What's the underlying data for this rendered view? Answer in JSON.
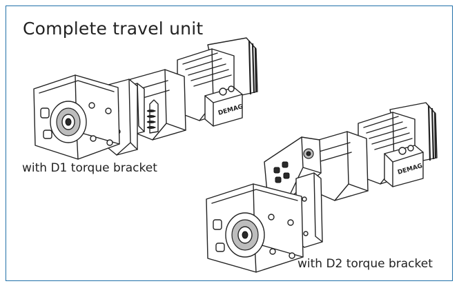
{
  "figure": {
    "title": "Complete travel unit",
    "caption_d1": "with D1 torque bracket",
    "caption_d2": "with D2 torque bracket",
    "motor_brand": "DEMAG",
    "frame_color": "#1f6fa8"
  }
}
